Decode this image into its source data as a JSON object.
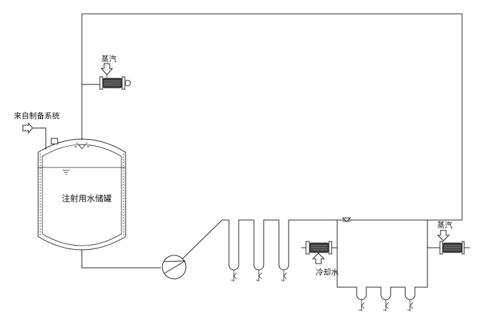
{
  "labels": {
    "steam_top": "蒸汽",
    "source": "来自制备系统",
    "tank": "注射用水储罐",
    "steam_right": "蒸汽",
    "cooling_water": "冷却水"
  }
}
